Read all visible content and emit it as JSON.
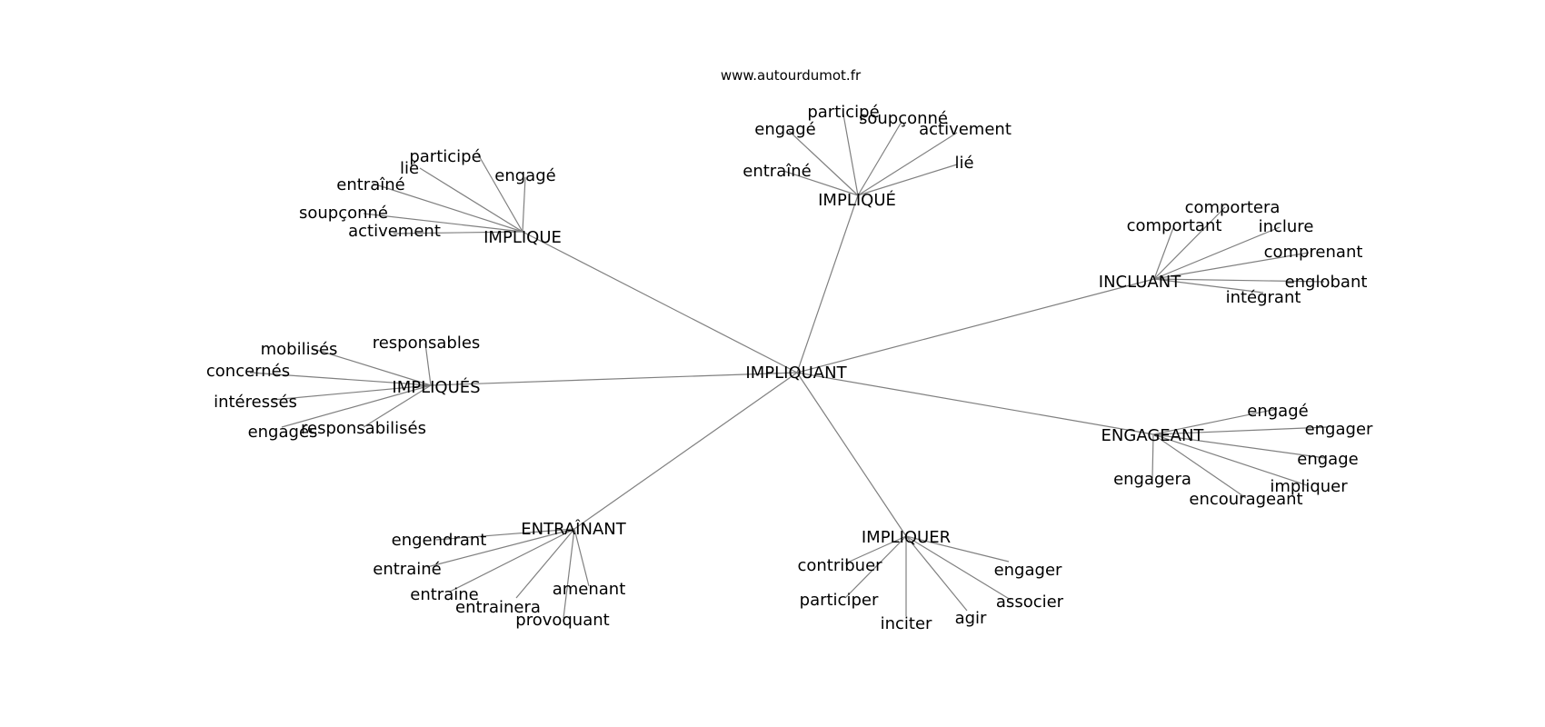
{
  "site": "www.autourdumot.fr",
  "graph": {
    "center": "IMPLIQUANT",
    "hubs": [
      {
        "label": "IMPLIQUE",
        "leaves": [
          "participé",
          "lié",
          "engagé",
          "entraîné",
          "soupçonné",
          "activement"
        ]
      },
      {
        "label": "IMPLIQUÉ",
        "leaves": [
          "participé",
          "soupçonné",
          "engagé",
          "activement",
          "entraîné",
          "lié"
        ]
      },
      {
        "label": "INCLUANT",
        "leaves": [
          "comportera",
          "comportant",
          "inclure",
          "comprenant",
          "englobant",
          "intégrant"
        ]
      },
      {
        "label": "IMPLIQUÉS",
        "leaves": [
          "mobilisés",
          "responsables",
          "concernés",
          "intéressés",
          "engagés",
          "responsabilisés"
        ]
      },
      {
        "label": "ENGAGEANT",
        "leaves": [
          "engagé",
          "engager",
          "engage",
          "engagera",
          "impliquer",
          "encourageant"
        ]
      },
      {
        "label": "ENTRAÎNANT",
        "leaves": [
          "engendrant",
          "entrainé",
          "entraine",
          "entrainera",
          "amenant",
          "provoquant"
        ]
      },
      {
        "label": "IMPLIQUER",
        "leaves": [
          "contribuer",
          "engager",
          "participer",
          "associer",
          "inciter",
          "agir"
        ]
      }
    ]
  }
}
